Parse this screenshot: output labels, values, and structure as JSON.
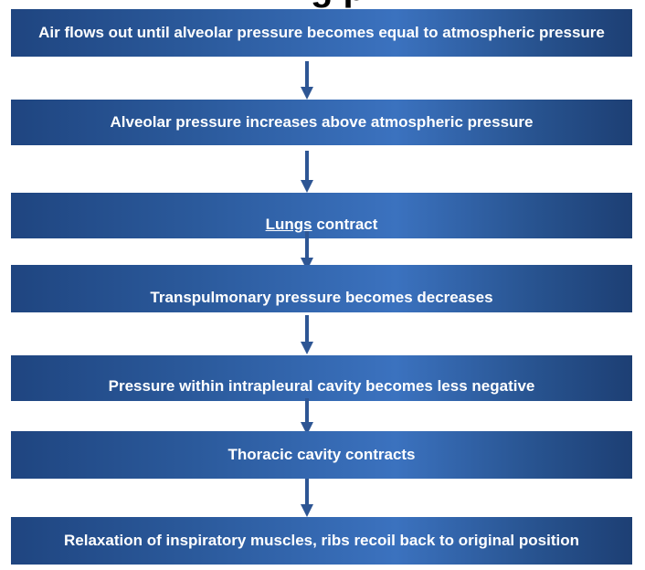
{
  "title_fragment": "g p",
  "flow": {
    "steps": [
      {
        "label": "Air flows out until alveolar pressure becomes equal to atmospheric pressure"
      },
      {
        "label": "Alveolar pressure increases above atmospheric pressure"
      },
      {
        "label_underlined": "Lungs",
        "label_rest": " contract"
      },
      {
        "label": "Transpulmonary pressure becomes decreases"
      },
      {
        "label": "Pressure within intrapleural cavity becomes less negative"
      },
      {
        "label": "Thoracic cavity contracts"
      },
      {
        "label": "Relaxation of inspiratory muscles, ribs recoil back to original position"
      }
    ]
  },
  "colors": {
    "box_dark": "#1f4580",
    "box_light": "#3b72bf",
    "arrow": "#2e5694",
    "text": "#ffffff"
  }
}
